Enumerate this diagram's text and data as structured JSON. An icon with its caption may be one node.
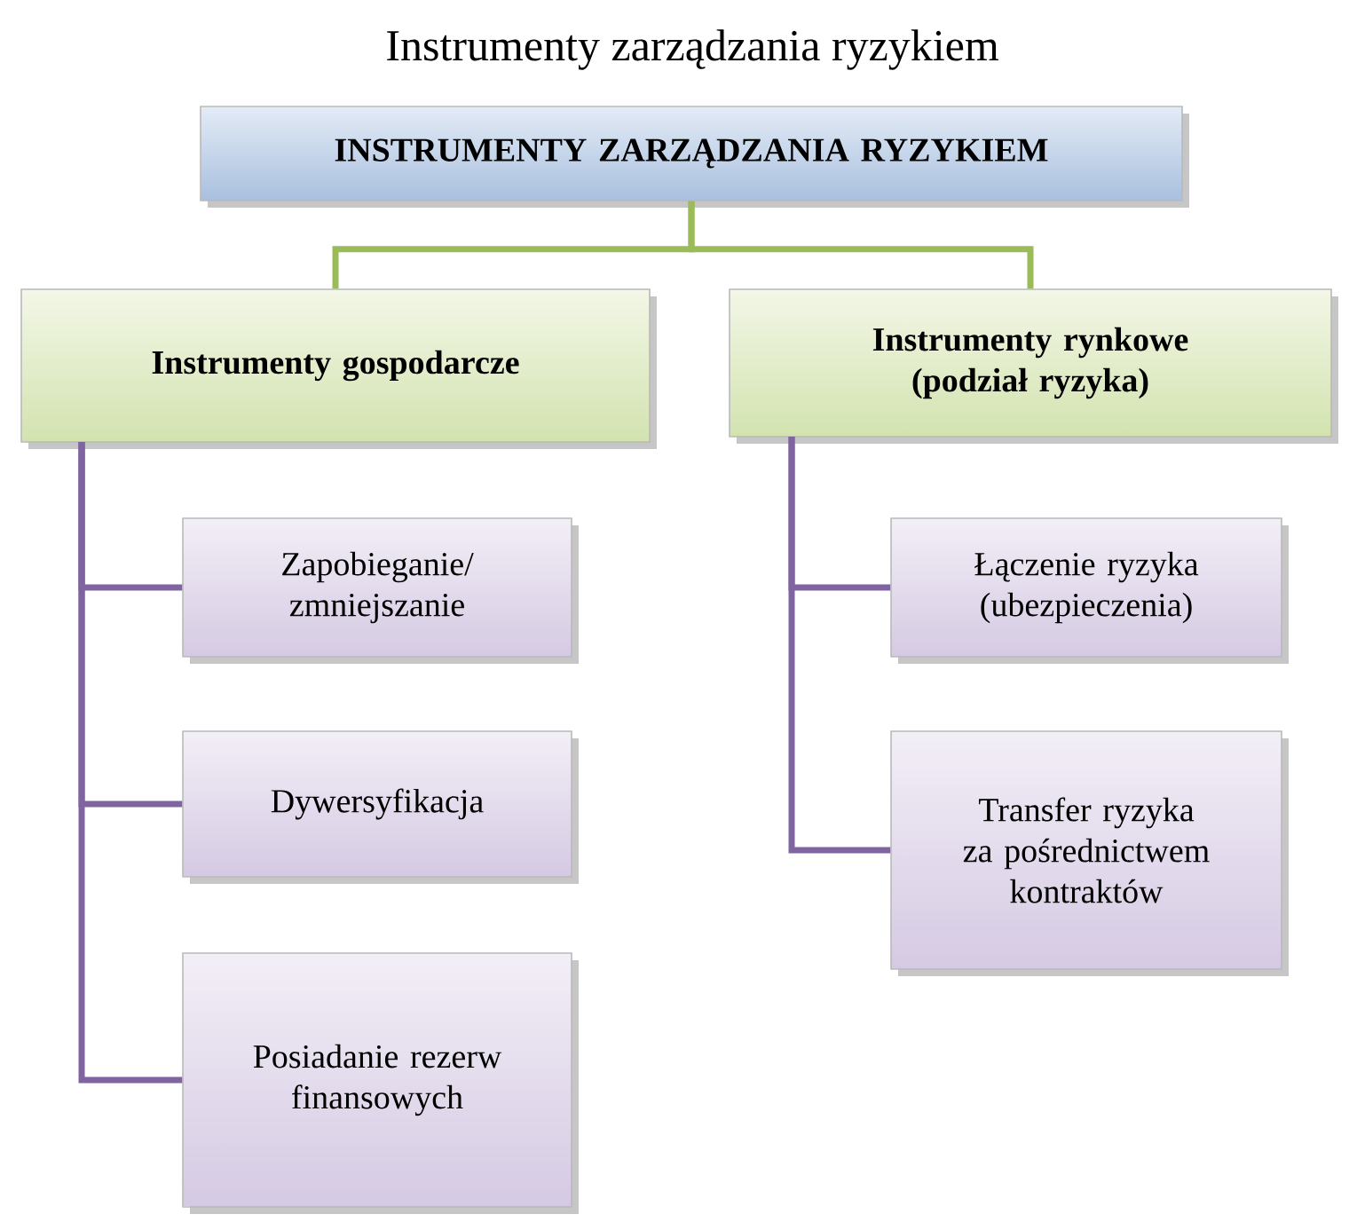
{
  "diagram": {
    "title": "Instrumenty zarządzania ryzykiem",
    "nodes": [
      {
        "text": [
          "INSTRUMENTY ZARZĄDZANIA RYZYKIEM"
        ]
      },
      {
        "text": [
          "Instrumenty gospodarcze"
        ]
      },
      {
        "text": [
          "Instrumenty rynkowe (podział ryzyka)"
        ]
      },
      {
        "text": [
          "Zapobieganie/ zmniejszanie"
        ]
      },
      {
        "text": [
          "Dywersyfikacja"
        ]
      },
      {
        "text": [
          "Posiadanie rezerw finansowych"
        ]
      },
      {
        "text": [
          "Łączenie ryzyka (ubezpieczenia)"
        ]
      },
      {
        "text": [
          "Transfer ryzyka za pośrednictwem kontraktów"
        ]
      }
    ],
    "edges": [
      {
        "from": 0,
        "to": 1,
        "arrow": "none",
        "color": "#9bbb59"
      },
      {
        "from": 0,
        "to": 2,
        "arrow": "none",
        "color": "#9bbb59"
      },
      {
        "from": 1,
        "to": 3,
        "arrow": "none"
      },
      {
        "from": 1,
        "to": 4,
        "arrow": "none"
      },
      {
        "from": 1,
        "to": 5,
        "arrow": "none"
      },
      {
        "from": 2,
        "to": 6,
        "arrow": "none"
      },
      {
        "from": 2,
        "to": 7,
        "arrow": "none"
      }
    ]
  }
}
